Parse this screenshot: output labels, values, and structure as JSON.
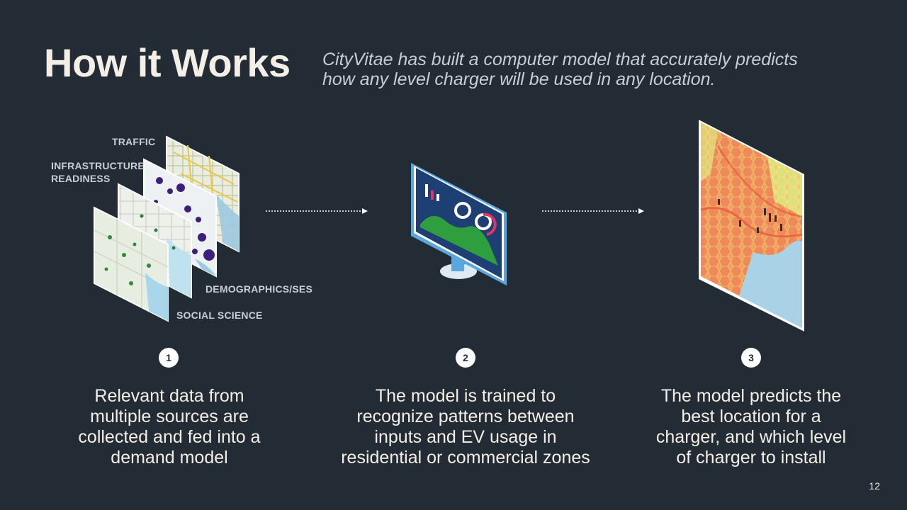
{
  "slide": {
    "title": "How it Works",
    "subtitle_lines": [
      "CityVitae has built a computer model that accurately predicts",
      "how any level charger will be used in any location."
    ],
    "layer_labels": {
      "traffic": "TRAFFIC",
      "infrastructure_line1": "INFRASTRUCTURE",
      "infrastructure_line2": "READINESS",
      "demographics": "DEMOGRAPHICS/SES",
      "social_science": "SOCIAL SCIENCE"
    },
    "steps": [
      {
        "number": "1",
        "lines": [
          "Relevant data from",
          "multiple sources are",
          "collected and fed into a",
          "demand model"
        ]
      },
      {
        "number": "2",
        "lines": [
          "The model is trained to",
          "recognize patterns between",
          "inputs and EV usage in",
          "residential or commercial zones"
        ]
      },
      {
        "number": "3",
        "lines": [
          "The model predicts the",
          "best location for a",
          "charger, and which level",
          "of charger to install"
        ]
      }
    ],
    "page_number": "12",
    "colors": {
      "background": "#232b35",
      "title": "#f3efe6",
      "subtitle": "#c9ced6",
      "monitor_screen": "#1e3f73",
      "chart_green": "#2e9e3e",
      "chart_pink": "#e0336b"
    },
    "icons": [
      "map-layer-stack",
      "monitor-chart-icon",
      "heatmap-map"
    ]
  }
}
